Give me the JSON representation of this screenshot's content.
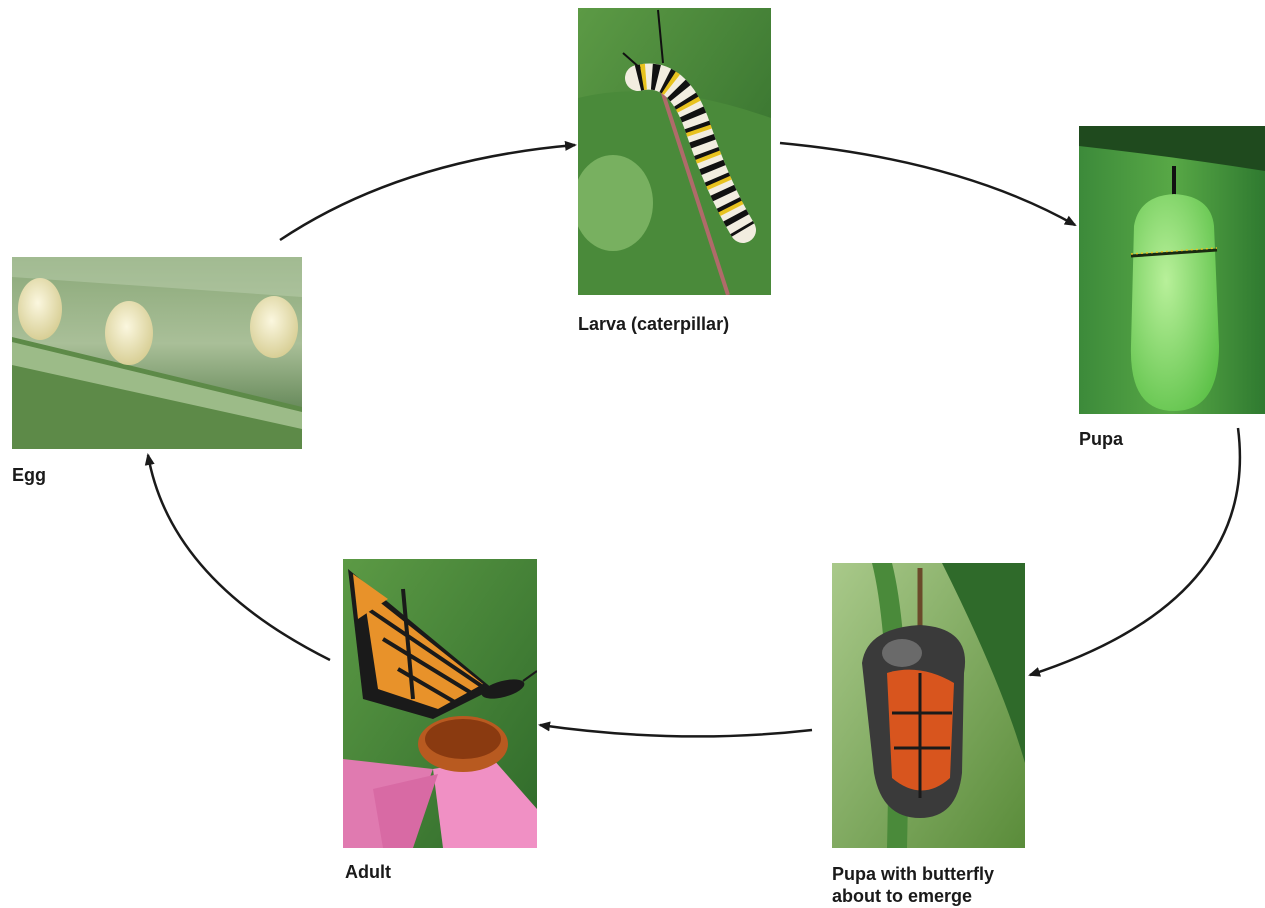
{
  "stages": {
    "egg": {
      "label": "Egg"
    },
    "larva": {
      "label": "Larva (caterpillar)"
    },
    "pupa": {
      "label": "Pupa"
    },
    "pupa_emerging": {
      "label_line1": "Pupa with butterfly",
      "label_line2": "about to emerge"
    },
    "adult": {
      "label": "Adult"
    }
  },
  "colors": {
    "arrow": "#1a1a1a",
    "leaf_green": "#4a8a3a",
    "monarch_orange": "#e07a1f",
    "coneflower_pink": "#e07ab0"
  }
}
